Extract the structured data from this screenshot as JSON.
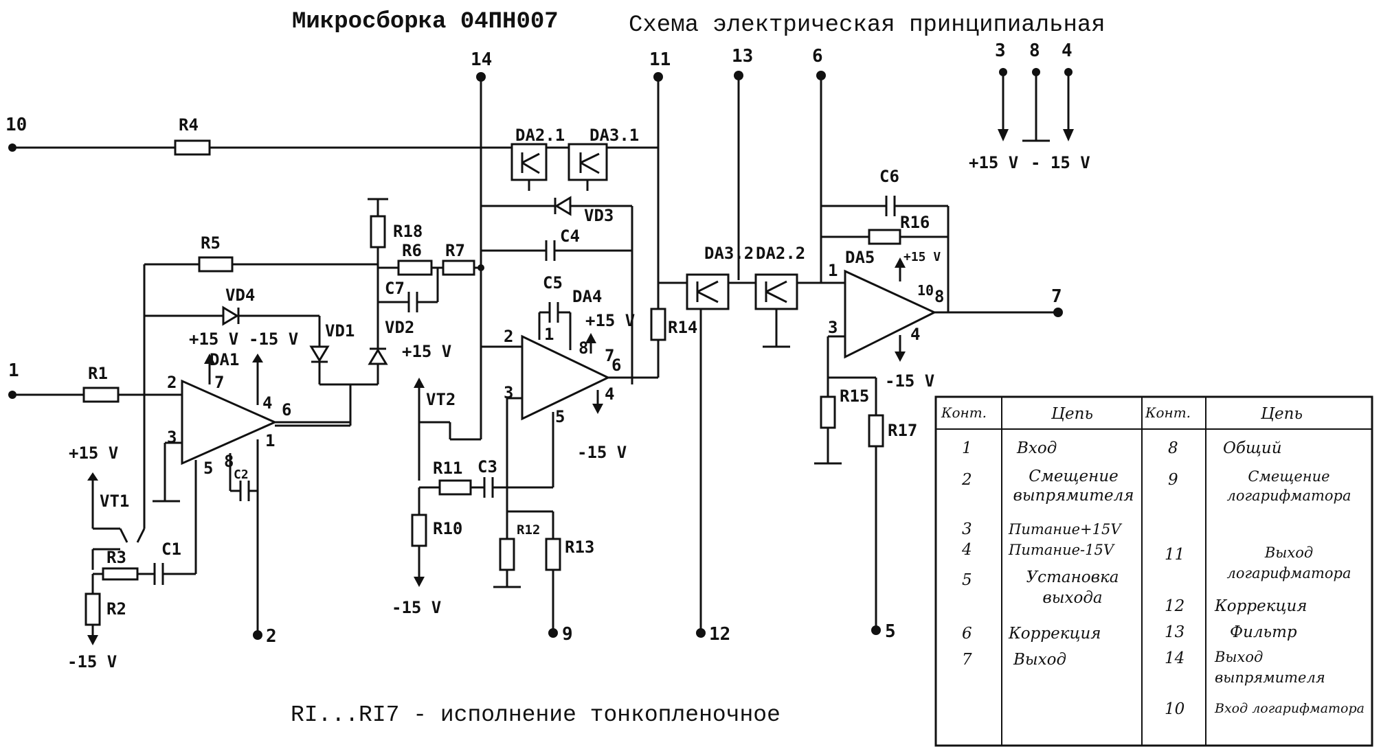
{
  "title": "Микросборка 04ПН007",
  "subtitle": "Схема электрическая принципиальная",
  "footnote": "RI...RI7 - исполнение тонкопленочное",
  "pins": {
    "p1": "1",
    "p2": "2",
    "p3": "3",
    "p4": "4",
    "p5": "5",
    "p6": "6",
    "p7": "7",
    "p8": "8",
    "p9": "9",
    "p10": "10",
    "p11": "11",
    "p12": "12",
    "p13": "13",
    "p14": "14"
  },
  "supply": {
    "plus": "+15 V",
    "minus": "- 15 V",
    "minus_short": "-15 V"
  },
  "components": {
    "resistors": [
      "R1",
      "R2",
      "R3",
      "R4",
      "R5",
      "R6",
      "R7",
      "R10",
      "R11",
      "R12",
      "R13",
      "R14",
      "R15",
      "R16",
      "R17",
      "R18"
    ],
    "capacitors": [
      "C1",
      "C2",
      "C3",
      "C4",
      "C5",
      "C6",
      "C7"
    ],
    "diodes": [
      "VD1",
      "VD2",
      "VD3",
      "VD4"
    ],
    "transistors": [
      "VT1",
      "VT2"
    ],
    "ics": [
      "DA1",
      "DA4",
      "DA5",
      "DA2.1",
      "DA3.1",
      "DA3.2",
      "DA2.2"
    ]
  },
  "table": {
    "headers": [
      "Конт.",
      "Цепь",
      "Конт.",
      "Цепь"
    ],
    "left": [
      [
        "1",
        "Вход"
      ],
      [
        "2",
        "Смещение выпрямителя"
      ],
      [
        "3",
        "Питание+15V"
      ],
      [
        "4",
        "Питание-15V"
      ],
      [
        "5",
        "Установка выхода"
      ],
      [
        "6",
        "Коррекция"
      ],
      [
        "7",
        "Выход"
      ]
    ],
    "right": [
      [
        "8",
        "Общий"
      ],
      [
        "9",
        "Смещение логарифматора"
      ],
      [
        "11",
        "Выход логарифматора"
      ],
      [
        "12",
        "Коррекция"
      ],
      [
        "13",
        "Фильтр"
      ],
      [
        "14",
        "Выход выпрямителя"
      ],
      [
        "10",
        "Вход логарифматора"
      ]
    ]
  },
  "colors": {
    "ink": "#111111",
    "paper": "#ffffff"
  }
}
